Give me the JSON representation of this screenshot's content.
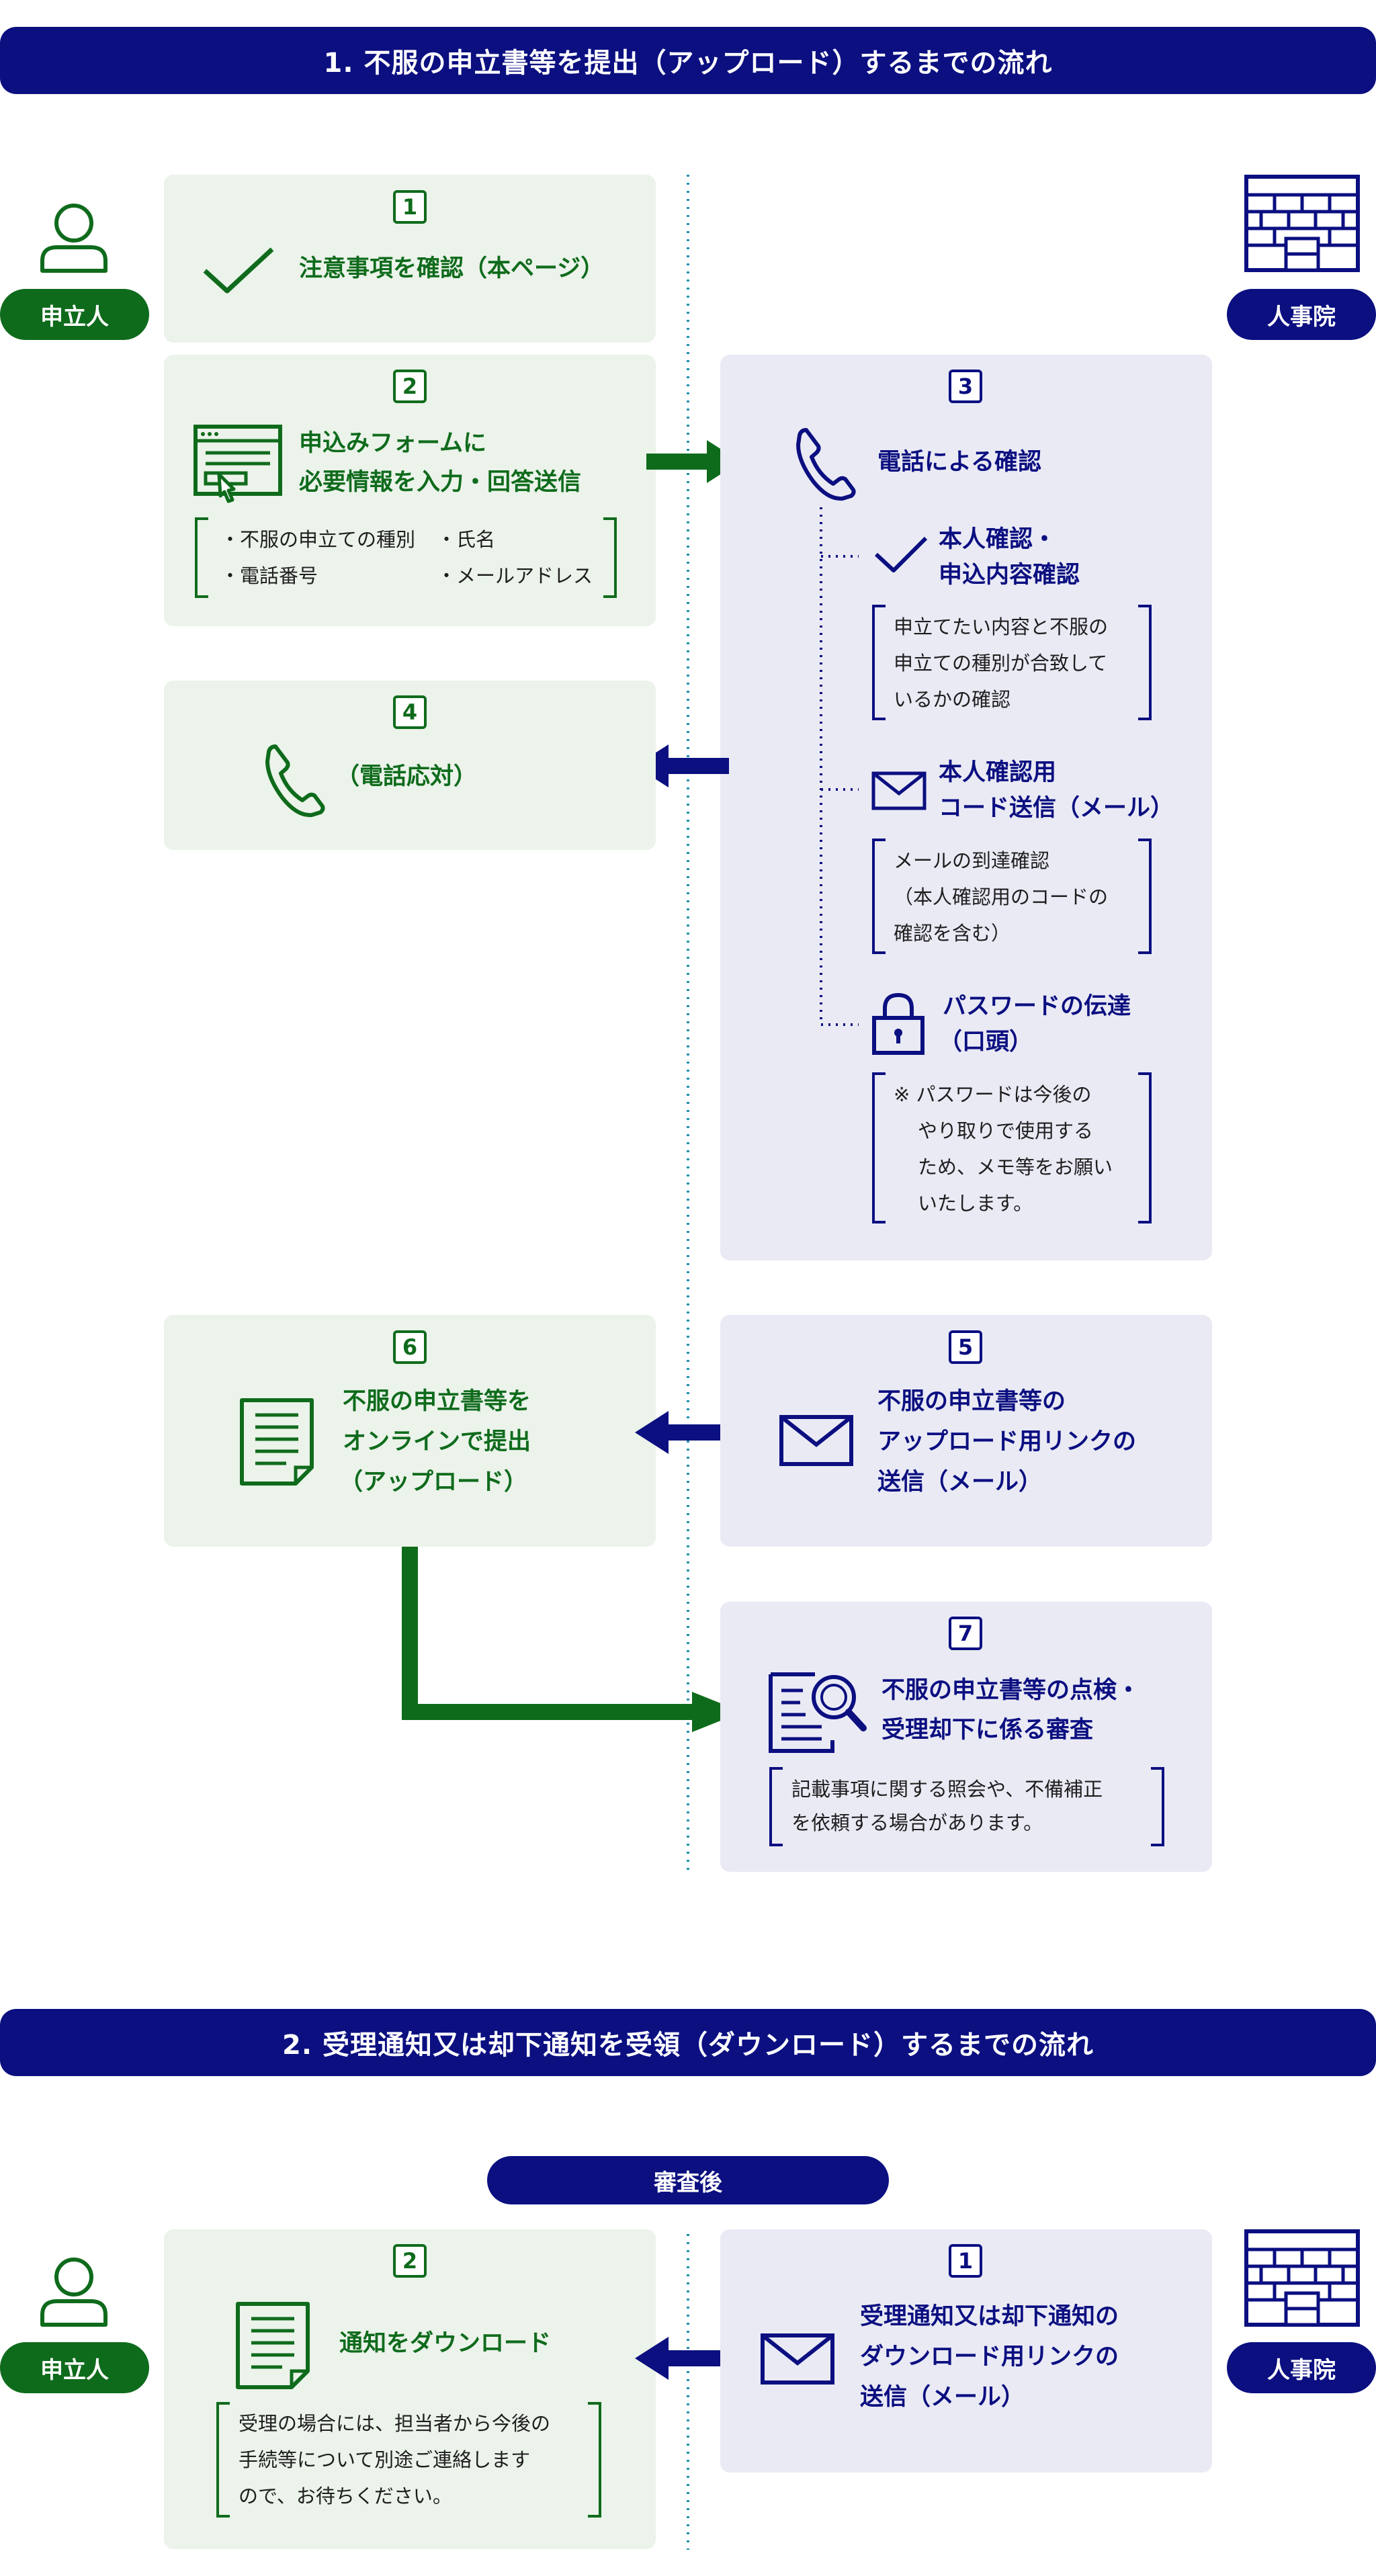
{
  "section1": {
    "title": "1. 不服の申立書等を提出（アップロード）するまでの流れ",
    "applicant": "申立人",
    "authority": "人事院",
    "step1": {
      "num": "1",
      "text": "注意事項を確認（本ページ）"
    },
    "step2": {
      "num": "2",
      "line1": "申込みフォームに",
      "line2": "必要情報を入力・回答送信",
      "items": [
        "・不服の申立ての種別",
        "・氏名",
        "・電話番号",
        "・メールアドレス"
      ]
    },
    "step3": {
      "num": "3",
      "title": "電話による確認",
      "sub1": {
        "line1": "本人確認・",
        "line2": "申込内容確認",
        "notes": [
          "申立てたい内容と不服の",
          "申立ての種別が合致して",
          "いるかの確認"
        ]
      },
      "sub2": {
        "line1": "本人確認用",
        "line2": "コード送信（メール）",
        "notes": [
          "メールの到達確認",
          "（本人確認用のコードの",
          "確認を含む）"
        ]
      },
      "sub3": {
        "line1": "パスワードの伝達",
        "line2": "（口頭）",
        "notes": [
          "※ パスワードは今後の",
          "やり取りで使用する",
          "ため、メモ等をお願い",
          "いたします。"
        ]
      }
    },
    "step4": {
      "num": "4",
      "text": "（電話応対）"
    },
    "step5": {
      "num": "5",
      "line1": "不服の申立書等の",
      "line2": "アップロード用リンクの",
      "line3": "送信（メール）"
    },
    "step6": {
      "num": "6",
      "line1": "不服の申立書等を",
      "line2": "オンラインで提出",
      "line3": "（アップロード）"
    },
    "step7": {
      "num": "7",
      "line1": "不服の申立書等の点検・",
      "line2": "受理却下に係る審査",
      "notes": [
        "記載事項に関する照会や、不備補正",
        "を依頼する場合があります。"
      ]
    }
  },
  "section2": {
    "title": "2. 受理通知又は却下通知を受領（ダウンロード）するまでの流れ",
    "after_review": "審査後",
    "applicant": "申立人",
    "authority": "人事院",
    "step1": {
      "num": "1",
      "line1": "受理通知又は却下通知の",
      "line2": "ダウンロード用リンクの",
      "line3": "送信（メール）"
    },
    "step2": {
      "num": "2",
      "text": "通知をダウンロード",
      "notes": [
        "受理の場合には、担当者から今後の",
        "手続等について別途ご連絡します",
        "ので、お待ちください。"
      ]
    }
  },
  "colors": {
    "green": "#0f6b1c",
    "navy": "#0b0f80",
    "green_bg": "#ebf3ea",
    "navy_bg": "#eaeaf5"
  }
}
